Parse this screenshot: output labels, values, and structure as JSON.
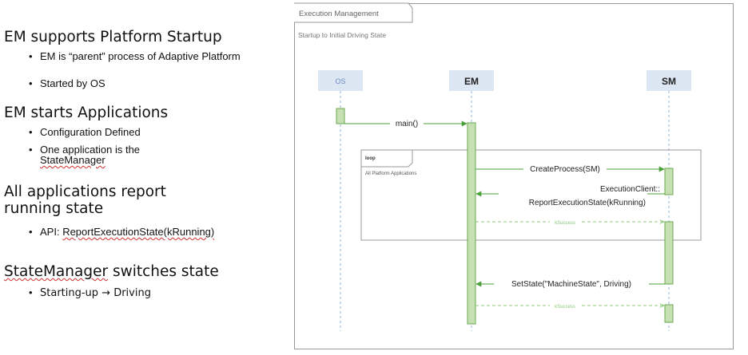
{
  "slide": {
    "sections": [
      {
        "heading": "EM supports Platform Startup",
        "bullets": [
          "EM is “parent” process of Adaptive Platform",
          "Started by OS"
        ]
      },
      {
        "heading": "EM starts Applications",
        "bullets": [
          "Configuration Defined",
          "One application is the StateManager"
        ]
      },
      {
        "heading": "All applications report running state",
        "bullets": [
          "API: ReportExecutionState(kRunning)"
        ]
      },
      {
        "heading": "StateManager switches state",
        "bullets": [
          "Starting-up → Driving"
        ]
      }
    ]
  },
  "diagram": {
    "frame_title": "Execution Management",
    "subtitle": "Startup to Initial Driving State",
    "lifelines": {
      "os": "OS",
      "em": "EM",
      "sm": "SM"
    },
    "loop": {
      "tag": "loop",
      "guard": "All Platform Applications"
    },
    "messages": {
      "main": "main()",
      "create_process": "CreateProcess(SM)",
      "report_line1": "ExecutionClient::",
      "report_line2": "ReportExecutionState(kRunning)",
      "ksuccess_1": "kSuccess",
      "set_state": "SetState(\"MachineState\", Driving)",
      "ksuccess_2": "kSuccess"
    },
    "colors": {
      "activation_fill": "#c6e0b4",
      "activation_stroke": "#6aa84f",
      "message": "#4aa03a",
      "reply": "#8cc87a",
      "lifeline_dash": "#8fb4d8",
      "header_fill": "#dde6f3"
    }
  }
}
